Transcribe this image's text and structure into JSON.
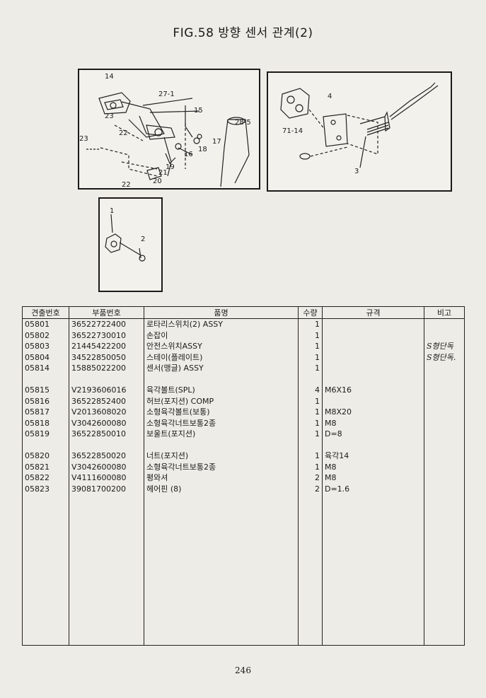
{
  "page": {
    "title": "FIG.58 방향 센서 관계(2)",
    "page_number": "246"
  },
  "figures": {
    "main_left_callouts": [
      "14",
      "27-1",
      "23",
      "15",
      "22",
      "28-5",
      "23",
      "18",
      "17",
      "16",
      "19",
      "21",
      "22",
      "20"
    ],
    "main_right_callouts": [
      "4",
      "71-14",
      "3"
    ],
    "small_callouts": [
      "1",
      "2"
    ]
  },
  "table": {
    "headers": [
      "견출번호",
      "부품번호",
      "품명",
      "수량",
      "규격",
      "비고"
    ],
    "rows": [
      {
        "key": "05801",
        "part": "36522722400",
        "name": "로타리스위치(2) ASSY",
        "qty": "1",
        "spec": "",
        "note": ""
      },
      {
        "key": "05802",
        "part": "36522730010",
        "name": "손잡이",
        "qty": "1",
        "spec": "",
        "note": ""
      },
      {
        "key": "05803",
        "part": "21445422200",
        "name": "안전스위치ASSY",
        "qty": "1",
        "spec": "",
        "note": "S형단독"
      },
      {
        "key": "05804",
        "part": "34522850050",
        "name": "스테이(플레이트)",
        "qty": "1",
        "spec": "",
        "note": "S형단독."
      },
      {
        "key": "05814",
        "part": "15885022200",
        "name": "센서(맹글) ASSY",
        "qty": "1",
        "spec": "",
        "note": ""
      },
      {
        "key": "",
        "part": "",
        "name": "",
        "qty": "",
        "spec": "",
        "note": ""
      },
      {
        "key": "05815",
        "part": "V2193606016",
        "name": "육각볼트(SPL)",
        "qty": "4",
        "spec": "M6X16",
        "note": ""
      },
      {
        "key": "05816",
        "part": "36522852400",
        "name": "허브(포지션) COMP",
        "qty": "1",
        "spec": "",
        "note": ""
      },
      {
        "key": "05817",
        "part": "V2013608020",
        "name": "소형육각볼트(보통)",
        "qty": "1",
        "spec": "M8X20",
        "note": ""
      },
      {
        "key": "05818",
        "part": "V3042600080",
        "name": "소형육각너트보통2종",
        "qty": "1",
        "spec": "M8",
        "note": ""
      },
      {
        "key": "05819",
        "part": "36522850010",
        "name": "보울트(포지션)",
        "qty": "1",
        "spec": "D=8",
        "note": ""
      },
      {
        "key": "",
        "part": "",
        "name": "",
        "qty": "",
        "spec": "",
        "note": ""
      },
      {
        "key": "05820",
        "part": "36522850020",
        "name": "너트(포지션)",
        "qty": "1",
        "spec": "육각14",
        "note": ""
      },
      {
        "key": "05821",
        "part": "V3042600080",
        "name": "소형육각너트보통2종",
        "qty": "1",
        "spec": "M8",
        "note": ""
      },
      {
        "key": "05822",
        "part": "V4111600080",
        "name": "평와셔",
        "qty": "2",
        "spec": "M8",
        "note": ""
      },
      {
        "key": "05823",
        "part": "39081700200",
        "name": "헤어핀 (8)",
        "qty": "2",
        "spec": "D=1.6",
        "note": ""
      }
    ]
  }
}
